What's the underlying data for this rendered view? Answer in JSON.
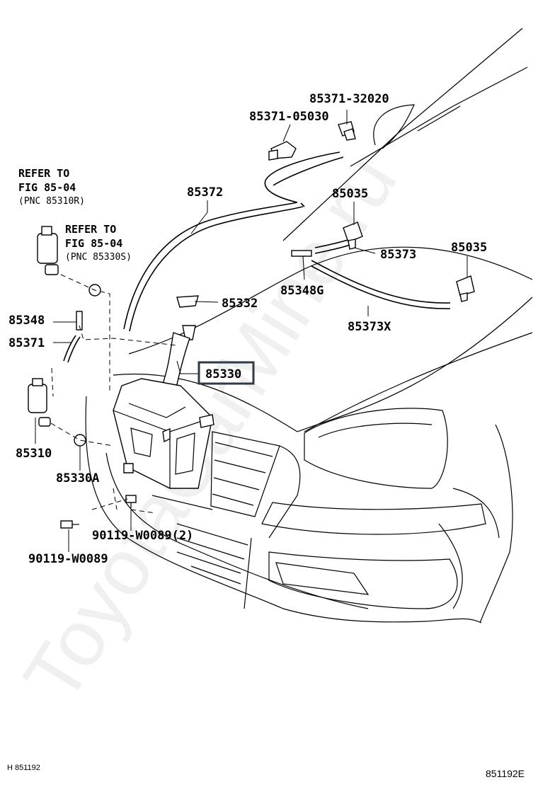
{
  "diagram": {
    "part_labels": {
      "p85371_32020": "85371-32020",
      "p85371_05030": "85371-05030",
      "p85372": "85372",
      "p85035_a": "85035",
      "p85035_b": "85035",
      "p85373": "85373",
      "p85348g": "85348G",
      "p85373x": "85373X",
      "p85332": "85332",
      "p85330": "85330",
      "p85348": "85348",
      "p85371": "85371",
      "p85310": "85310",
      "p85330a": "85330A",
      "p90119_w0089_2": "90119-W0089(2)",
      "p90119_w0089": "90119-W0089"
    },
    "references": {
      "ref1_line1": "REFER TO",
      "ref1_line2": "FIG 85-04",
      "ref1_line3": "(PNC 85310R)",
      "ref2_line1": "REFER TO",
      "ref2_line2": "FIG 85-04",
      "ref2_line3": "(PNC 85330S)"
    },
    "footer": {
      "left_code": "H 851192",
      "right_code": "851192E"
    },
    "watermark": "ToyotaCarMine.ru",
    "highlight_color": "#2f3a45"
  }
}
